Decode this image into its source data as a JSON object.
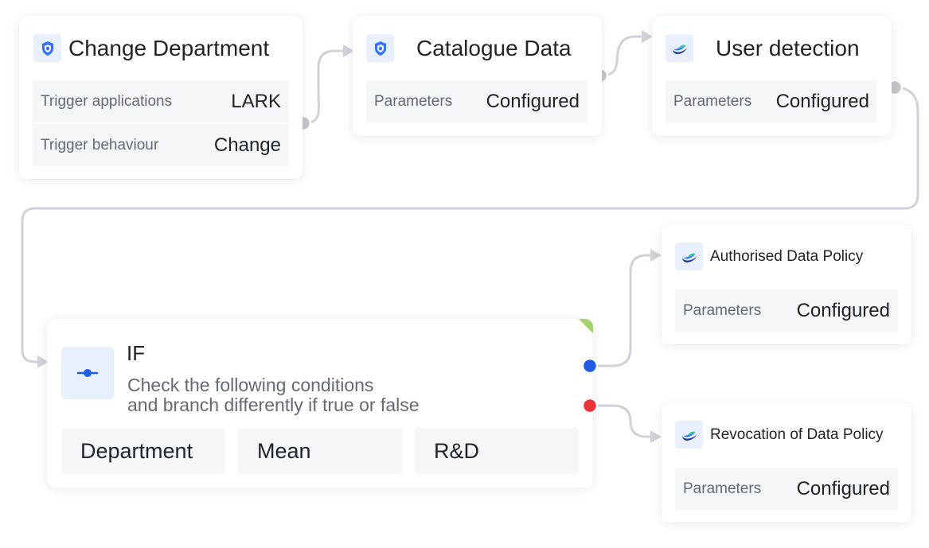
{
  "nodes": {
    "change_department": {
      "title": "Change Department",
      "rows": [
        {
          "label": "Trigger applications",
          "value": "LARK"
        },
        {
          "label": "Trigger behaviour",
          "value": "Change"
        }
      ],
      "icon": "shield-icon"
    },
    "catalogue_data": {
      "title": "Catalogue Data",
      "rows": [
        {
          "label": "Parameters",
          "value": "Configured"
        }
      ],
      "icon": "shield-icon"
    },
    "user_detection": {
      "title": "User detection",
      "rows": [
        {
          "label": "Parameters",
          "value": "Configured"
        }
      ],
      "icon": "bird-logo-icon"
    },
    "if_node": {
      "title": "IF",
      "description_line1": "Check the following conditions",
      "description_line2": "and branch differently if true or false",
      "conditions": [
        "Department",
        "Mean",
        "R&D"
      ],
      "icon": "branch-node-icon"
    },
    "authorised_policy": {
      "title": "Authorised Data Policy",
      "rows": [
        {
          "label": "Parameters",
          "value": "Configured"
        }
      ],
      "icon": "bird-logo-icon"
    },
    "revocation_policy": {
      "title": "Revocation of Data Policy",
      "rows": [
        {
          "label": "Parameters",
          "value": "Configured"
        }
      ],
      "icon": "bird-logo-icon"
    }
  },
  "colors": {
    "connector": "#cfd3d9",
    "port": "#c4c7cc",
    "true_port": "#1f5ce6",
    "false_port": "#e9323a",
    "icon_bg": "#e8f0fd",
    "row_bg": "#f5f6f7",
    "status_tag": "#a4d36e"
  }
}
